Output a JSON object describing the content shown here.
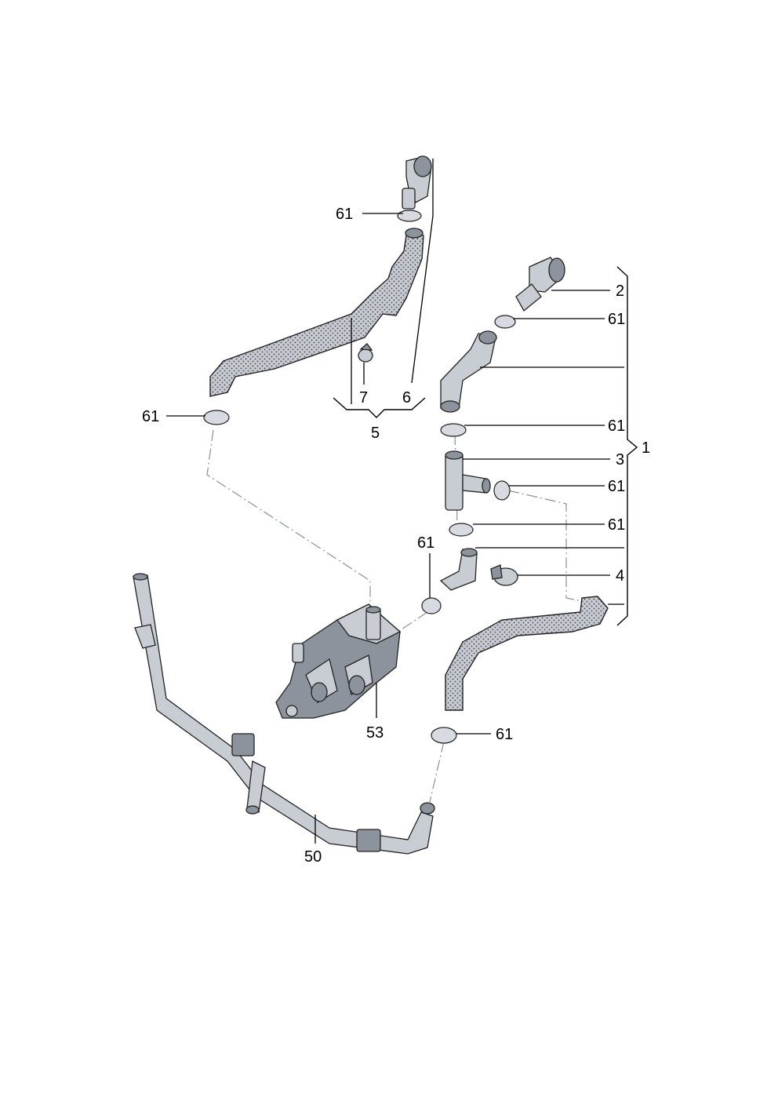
{
  "diagram": {
    "callouts": {
      "c1": "1",
      "c2": "2",
      "c3": "3",
      "c4": "4",
      "c5": "5",
      "c6": "6",
      "c7": "7",
      "c50": "50",
      "c53": "53",
      "c61": "61"
    }
  }
}
